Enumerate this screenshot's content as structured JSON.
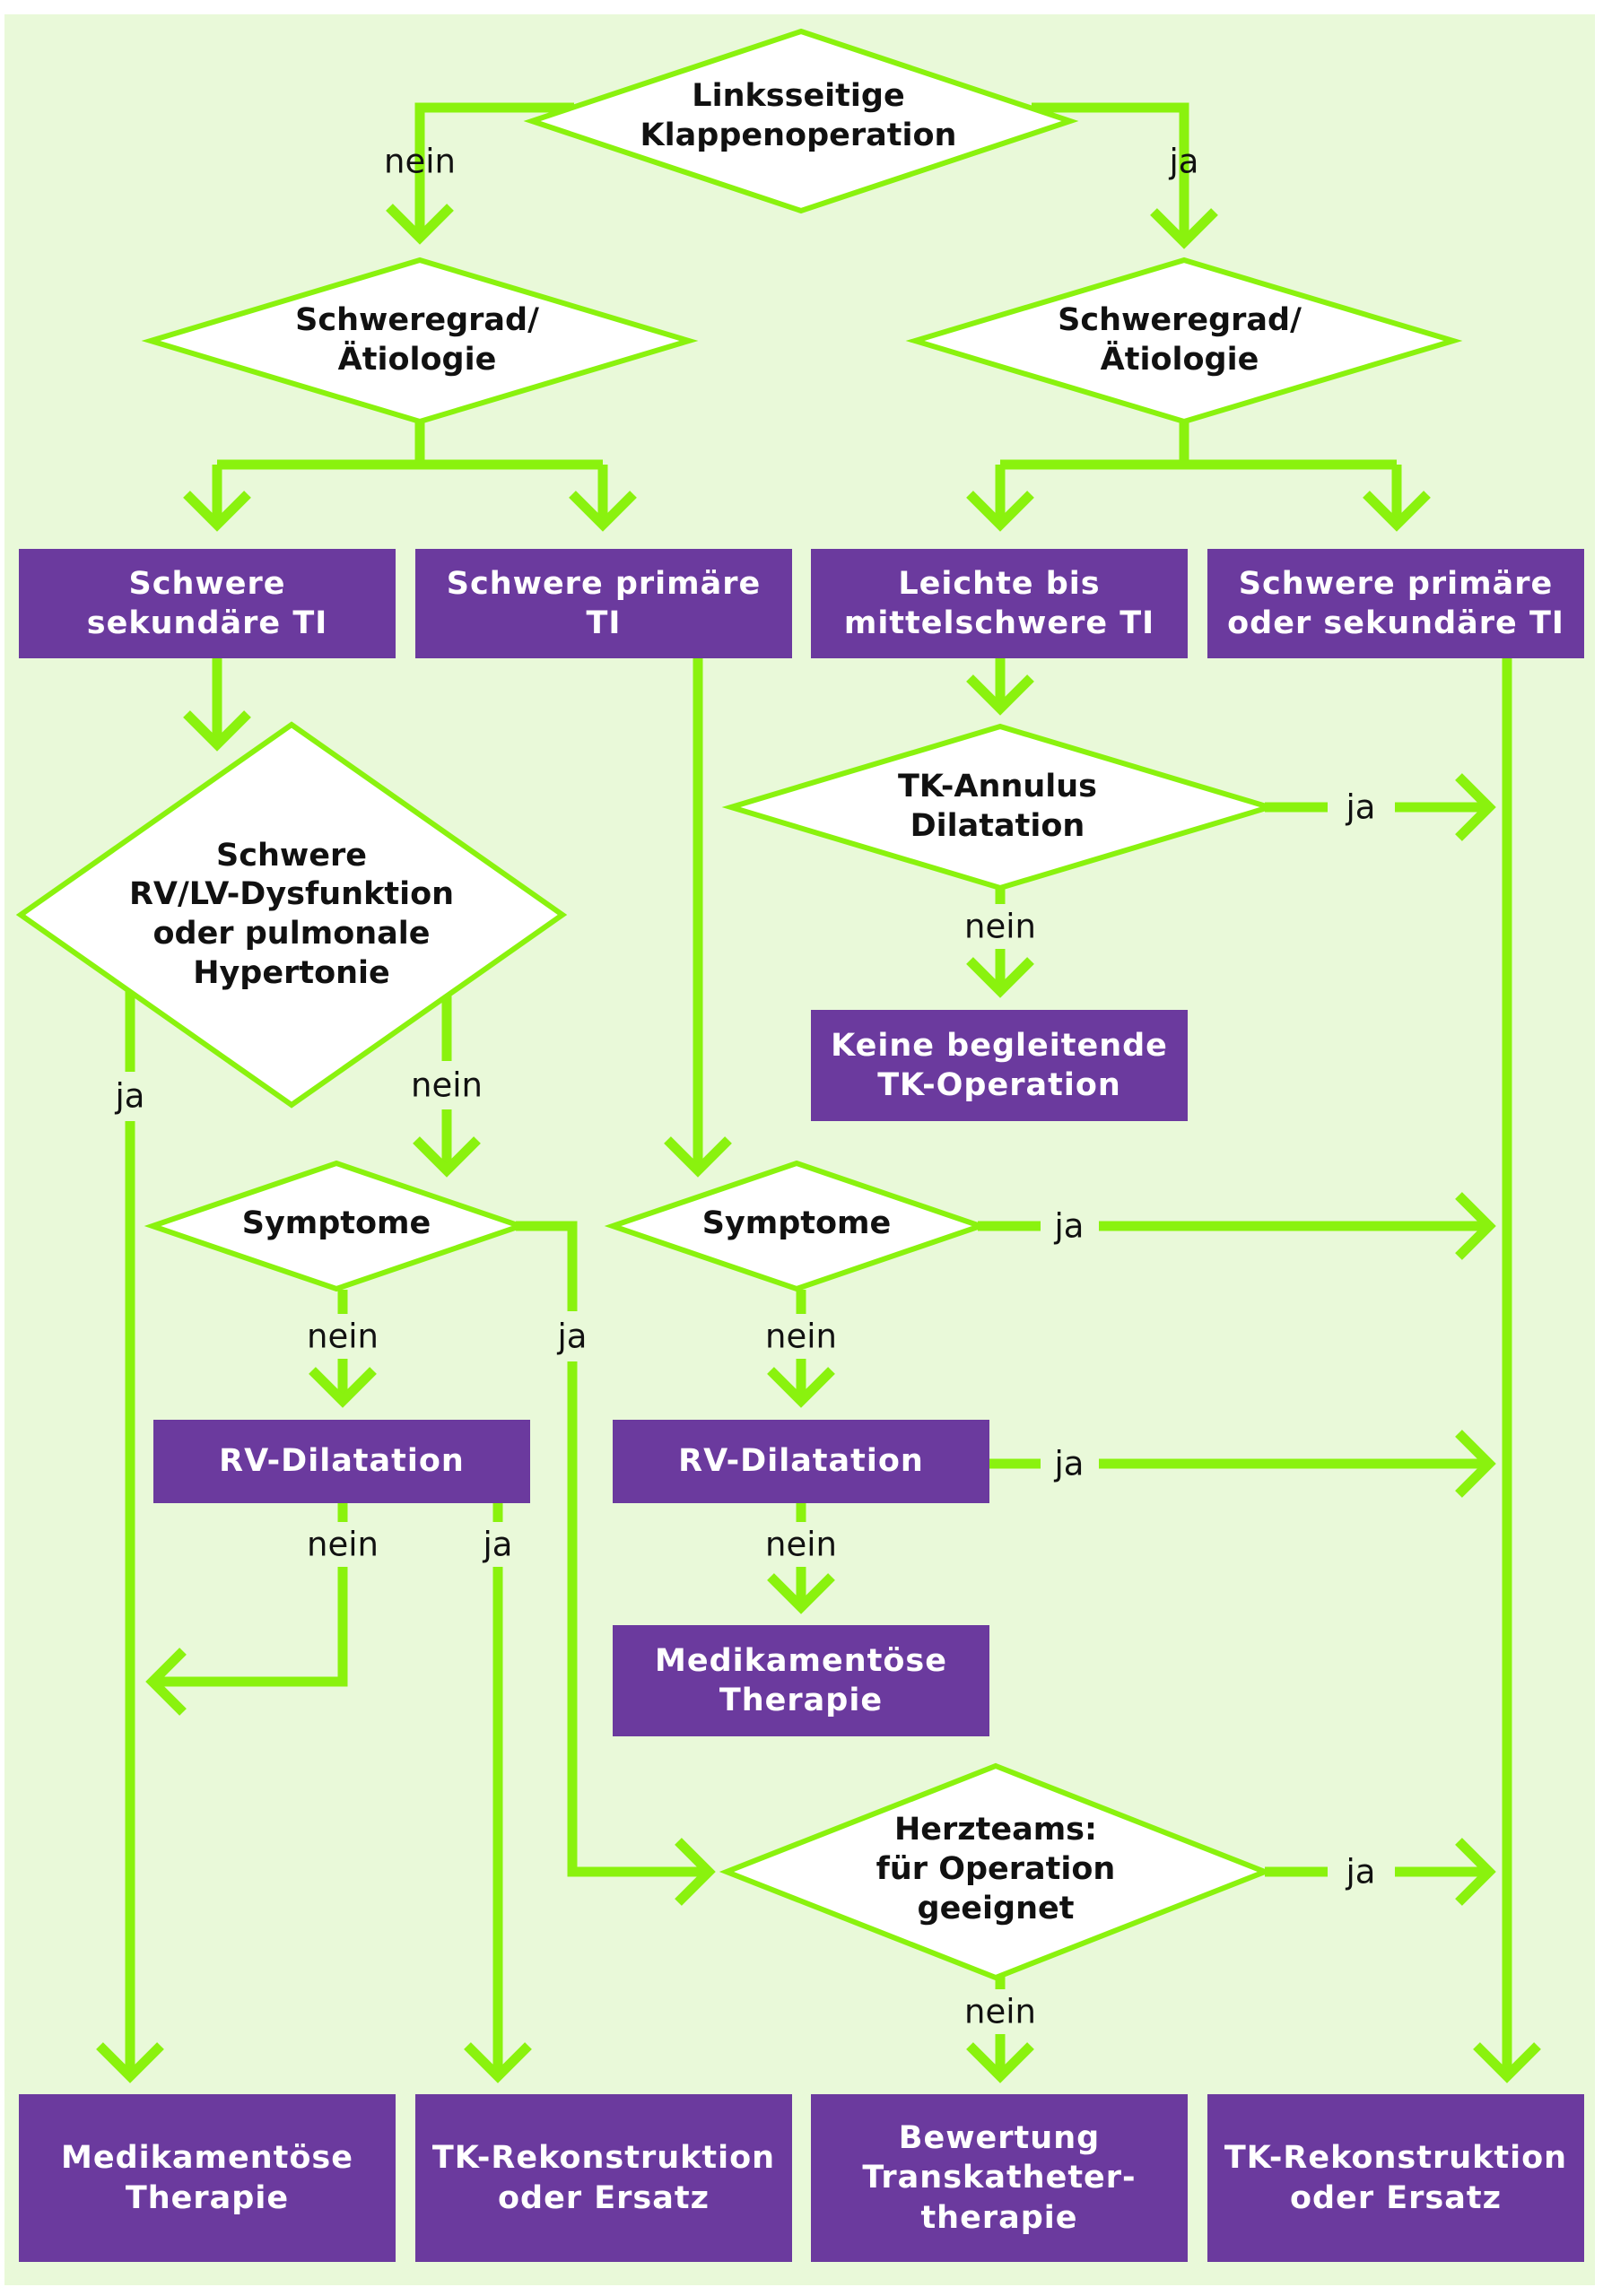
{
  "colors": {
    "background": "#e9f9d9",
    "connector": "#8af20e",
    "box": "#6b3a9e",
    "box_text": "#ffffff",
    "diamond_fill": "#ffffff"
  },
  "decisions": {
    "linksseitige": "Linksseitige\nKlappenoperation",
    "schweregrad_left": "Schweregrad/\nÄtiologie",
    "schweregrad_right": "Schweregrad/\nÄtiologie",
    "tk_annulus": "TK-Annulus\nDilatation",
    "rv_lv": "Schwere\nRV/LV-Dysfunktion\noder pulmonale\nHypertonie",
    "symptome_left": "Symptome",
    "symptome_mid": "Symptome",
    "herzteams": "Herzteams:\nfür Operation\ngeeignet"
  },
  "boxes": {
    "schwere_sekundaere": "Schwere\nsekundäre TI",
    "schwere_primaere": "Schwere primäre TI",
    "leichte_bis": "Leichte bis\nmittelschwere TI",
    "schwere_primaere_oder": "Schwere primäre\noder sekundäre TI",
    "keine_begleitende": "Keine begleitende\nTK-Operation",
    "rv_dilatation_left": "RV-Dilatation",
    "rv_dilatation_mid": "RV-Dilatation",
    "med_therapie_mid": "Medikamentöse\nTherapie",
    "med_therapie_bottom": "Medikamentöse\nTherapie",
    "tk_rekon_left": "TK-Rekonstruktion\noder Ersatz",
    "bewertung": "Bewertung\nTranskatheter-\ntherapie",
    "tk_rekon_right": "TK-Rekonstruktion\noder Ersatz"
  },
  "labels": {
    "top_nein": "nein",
    "top_ja": "ja",
    "annulus_ja": "ja",
    "annulus_nein": "nein",
    "rvlv_ja": "ja",
    "rvlv_nein": "nein",
    "sym_left_nein": "nein",
    "sym_left_ja": "ja",
    "sym_mid_ja": "ja",
    "sym_mid_nein": "nein",
    "rvdil_left_nein": "nein",
    "rvdil_left_ja": "ja",
    "rvdil_mid_ja": "ja",
    "rvdil_mid_nein": "nein",
    "herz_ja": "ja",
    "herz_nein": "nein"
  }
}
